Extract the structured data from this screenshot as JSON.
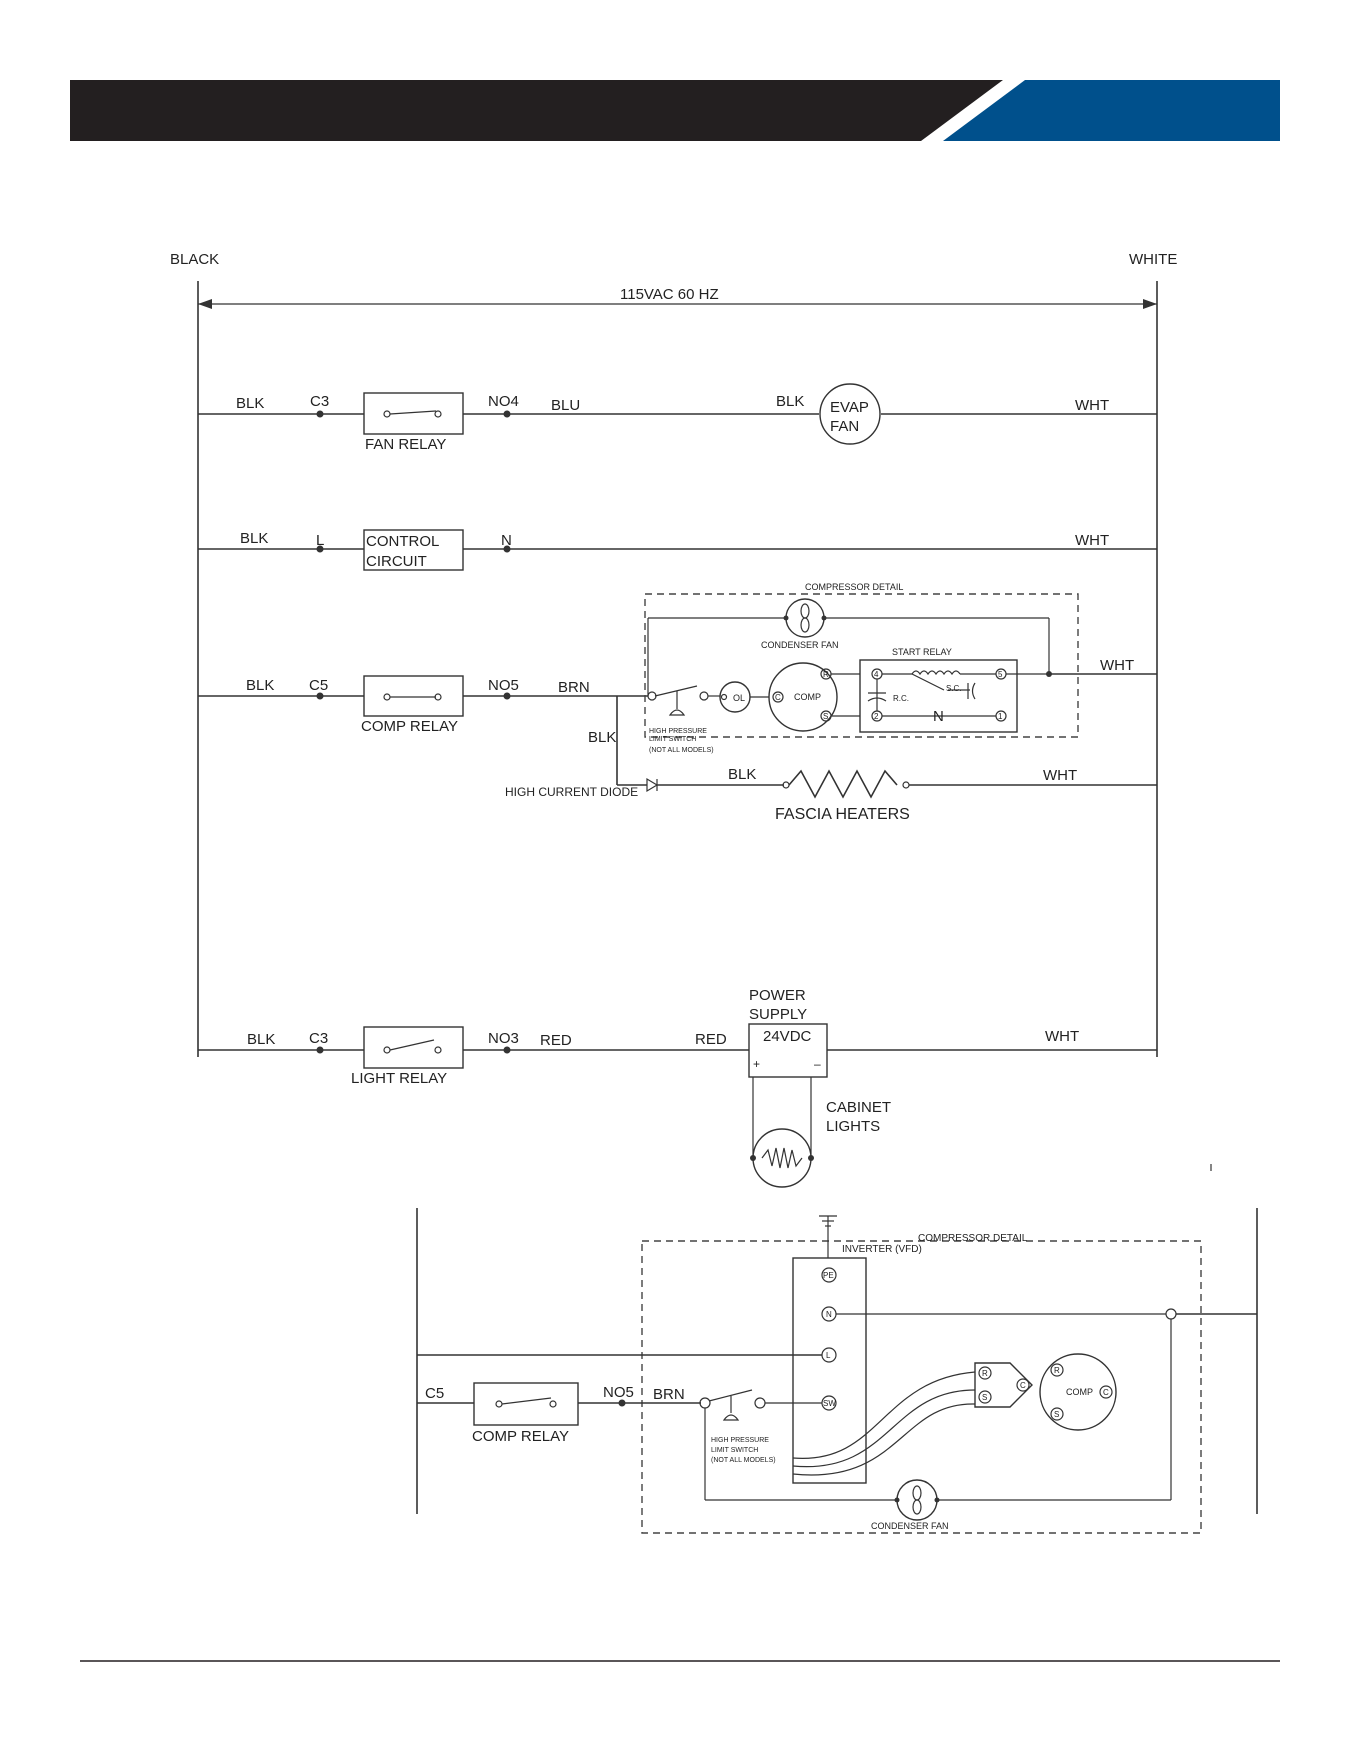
{
  "colors": {
    "header_dark": "#231f20",
    "header_accent": "#00508c",
    "line": "#333333"
  },
  "rails": {
    "left": "BLACK",
    "right": "WHITE",
    "supply": "115VAC 60 HZ"
  },
  "circuits": {
    "fan": {
      "blk": "BLK",
      "c": "C3",
      "relay": "FAN RELAY",
      "no": "NO4",
      "wire": "BLU",
      "blk2": "BLK",
      "fan_line1": "EVAP",
      "fan_line2": "FAN",
      "wht": "WHT"
    },
    "control": {
      "blk": "BLK",
      "l": "L",
      "line1": "CONTROL",
      "line2": "CIRCUIT",
      "n": "N",
      "wht": "WHT"
    },
    "comp": {
      "blk": "BLK",
      "c": "C5",
      "relay": "COMP RELAY",
      "no": "NO5",
      "wire": "BRN",
      "wht": "WHT",
      "blk_branch": "BLK"
    },
    "compressor_detail": {
      "title": "COMPRESSOR DETAIL",
      "condenser_fan": "CONDENSER FAN",
      "start_relay": "START RELAY",
      "hps_line1": "HIGH PRESSURE",
      "hps_line2": "LIMIT SWITCH",
      "hps_line3": "(NOT ALL MODELS)",
      "ol": "OL",
      "comp": "COMP",
      "sc": "S.C.",
      "rc": "R.C.",
      "n": "N",
      "t4": "4",
      "t5": "5",
      "t2": "2",
      "t1": "1",
      "r": "R",
      "c": "C",
      "s": "S"
    },
    "heater": {
      "diode": "HIGH CURRENT DIODE",
      "blk": "BLK",
      "label": "FASCIA HEATERS",
      "wht": "WHT"
    },
    "light": {
      "blk": "BLK",
      "c": "C3",
      "relay": "LIGHT  RELAY",
      "no": "NO3",
      "red1": "RED",
      "red2": "RED",
      "ps_line1": "POWER",
      "ps_line2": "SUPPLY",
      "vdc": "24VDC",
      "plus": "+",
      "minus": "–",
      "wht": "WHT",
      "lights_line1": "CABINET",
      "lights_line2": "LIGHTS"
    }
  },
  "inverter_detail": {
    "title": "COMPRESSOR DETAIL",
    "inverter": "INVERTER (VFD)",
    "pe": "PE",
    "n": "N",
    "l": "L",
    "sw": "SW",
    "c": "C5",
    "relay": "COMP RELAY",
    "no": "NO5",
    "wire": "BRN",
    "hps_line1": "HIGH PRESSURE",
    "hps_line2": "LIMIT SWITCH",
    "hps_line3": "(NOT ALL MODELS)",
    "comp": "COMP",
    "r": "R",
    "s": "S",
    "cc": "C",
    "condenser_fan": "CONDENSER FAN"
  }
}
